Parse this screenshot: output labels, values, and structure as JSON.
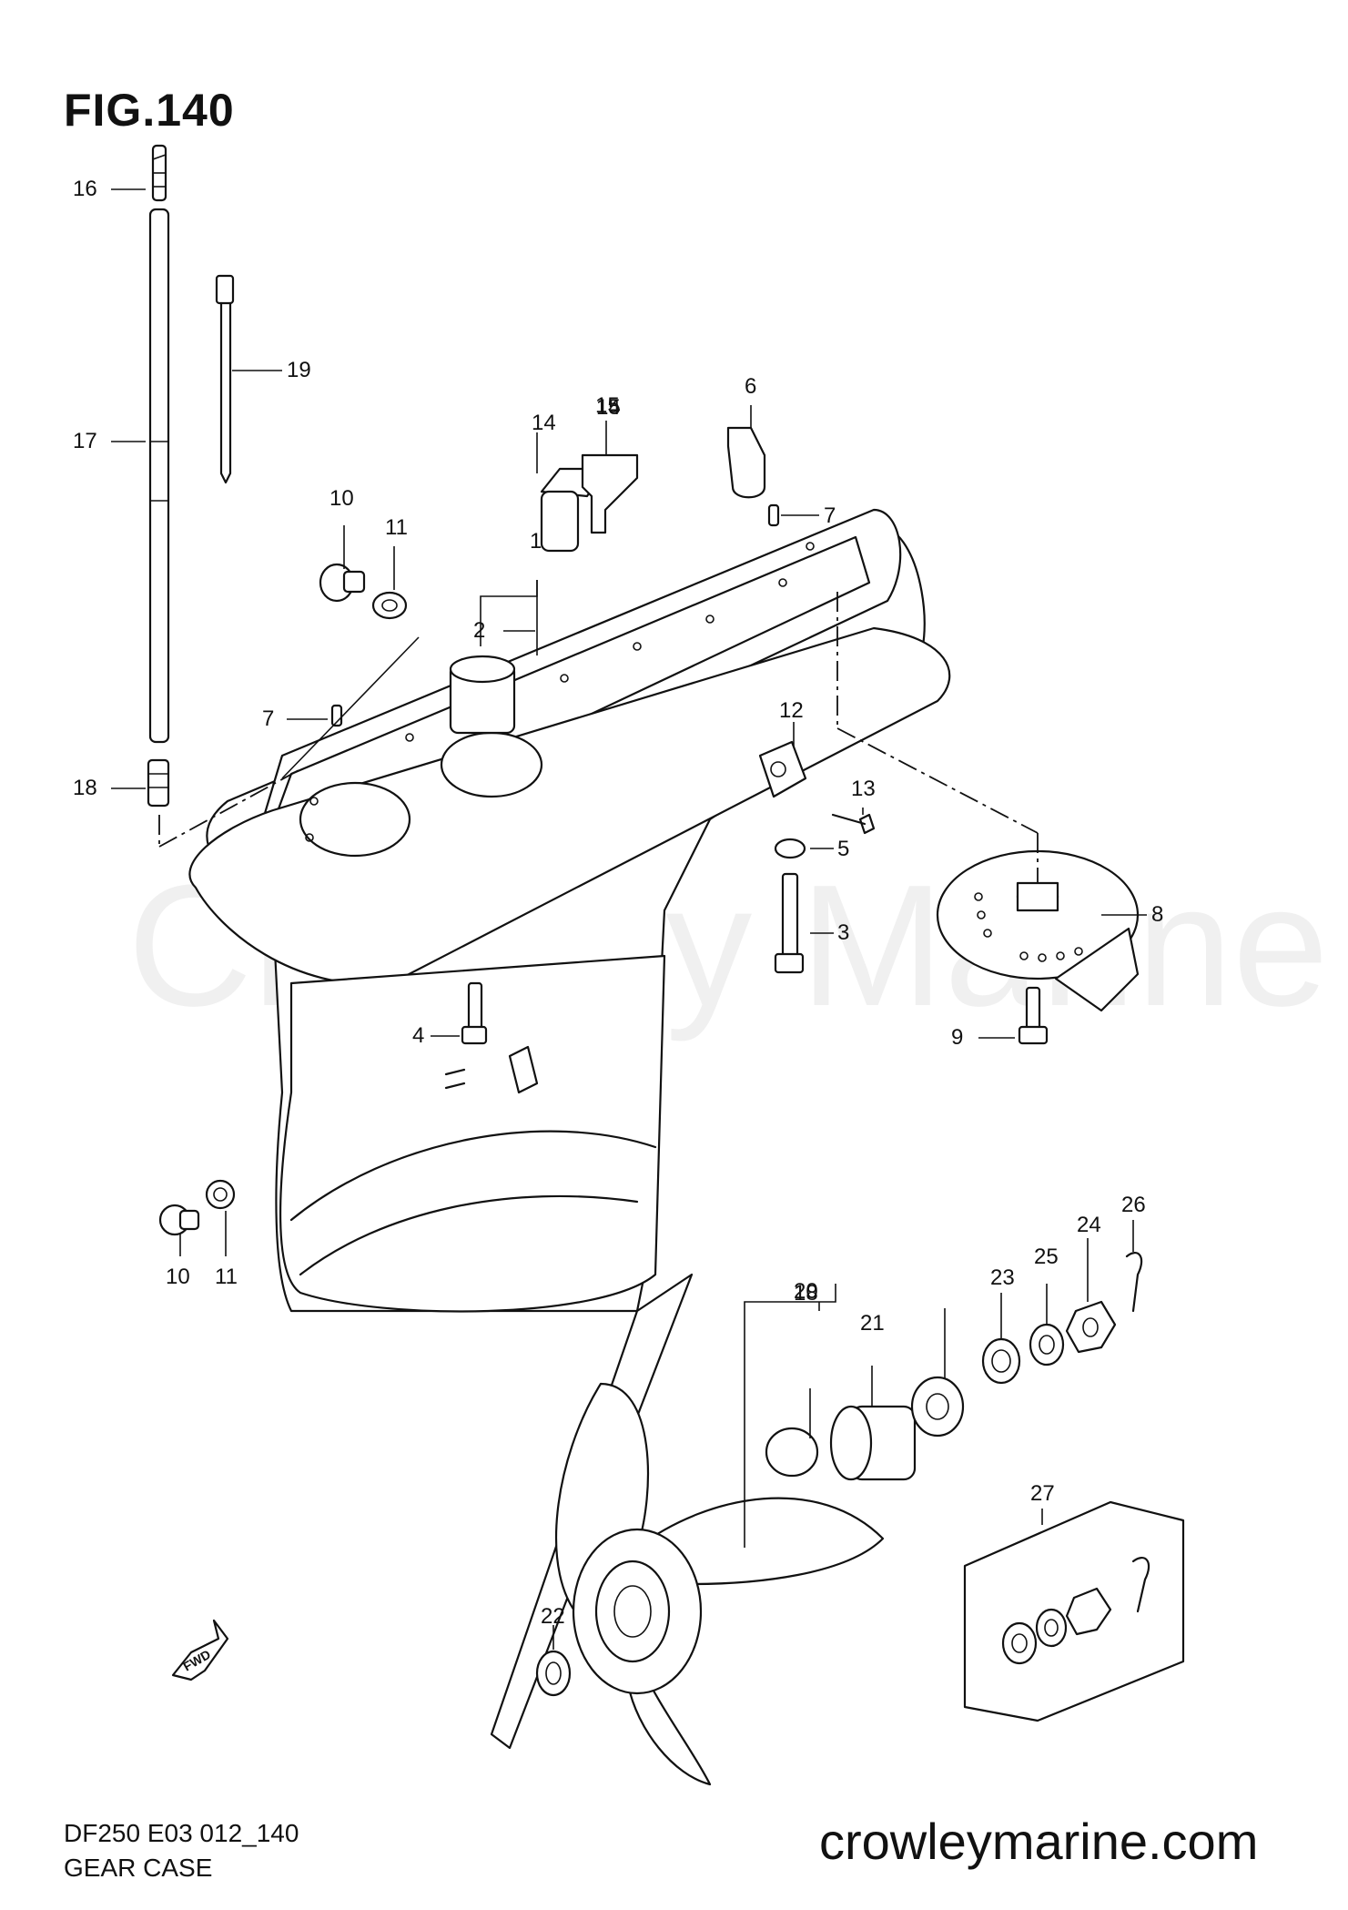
{
  "figure": {
    "title": "FIG.140"
  },
  "footer": {
    "code": "DF250 E03 012_140",
    "name": "GEAR CASE"
  },
  "website": "crowleymarine.com",
  "watermark": "Crowley Marine",
  "fwd_label": "FWD",
  "callouts": [
    {
      "id": "1",
      "text": "1"
    },
    {
      "id": "2",
      "text": "2"
    },
    {
      "id": "3",
      "text": "3"
    },
    {
      "id": "4",
      "text": "4"
    },
    {
      "id": "5",
      "text": "5"
    },
    {
      "id": "6",
      "text": "6"
    },
    {
      "id": "7a",
      "text": "7"
    },
    {
      "id": "7b",
      "text": "7"
    },
    {
      "id": "8",
      "text": "8"
    },
    {
      "id": "9",
      "text": "9"
    },
    {
      "id": "10a",
      "text": "10"
    },
    {
      "id": "10b",
      "text": "10"
    },
    {
      "id": "11a",
      "text": "11"
    },
    {
      "id": "11b",
      "text": "11"
    },
    {
      "id": "12",
      "text": "12"
    },
    {
      "id": "13",
      "text": "13"
    },
    {
      "id": "14",
      "text": "14"
    },
    {
      "id": "15",
      "text": "15"
    },
    {
      "id": "16",
      "text": "16"
    },
    {
      "id": "17",
      "text": "17"
    },
    {
      "id": "18",
      "text": "18"
    },
    {
      "id": "19",
      "text": "19"
    },
    {
      "id": "20",
      "text": "20"
    },
    {
      "id": "21",
      "text": "21"
    },
    {
      "id": "22",
      "text": "22"
    },
    {
      "id": "23",
      "text": "23"
    },
    {
      "id": "24",
      "text": "24"
    },
    {
      "id": "25",
      "text": "25"
    },
    {
      "id": "26",
      "text": "26"
    },
    {
      "id": "27",
      "text": "27"
    }
  ]
}
